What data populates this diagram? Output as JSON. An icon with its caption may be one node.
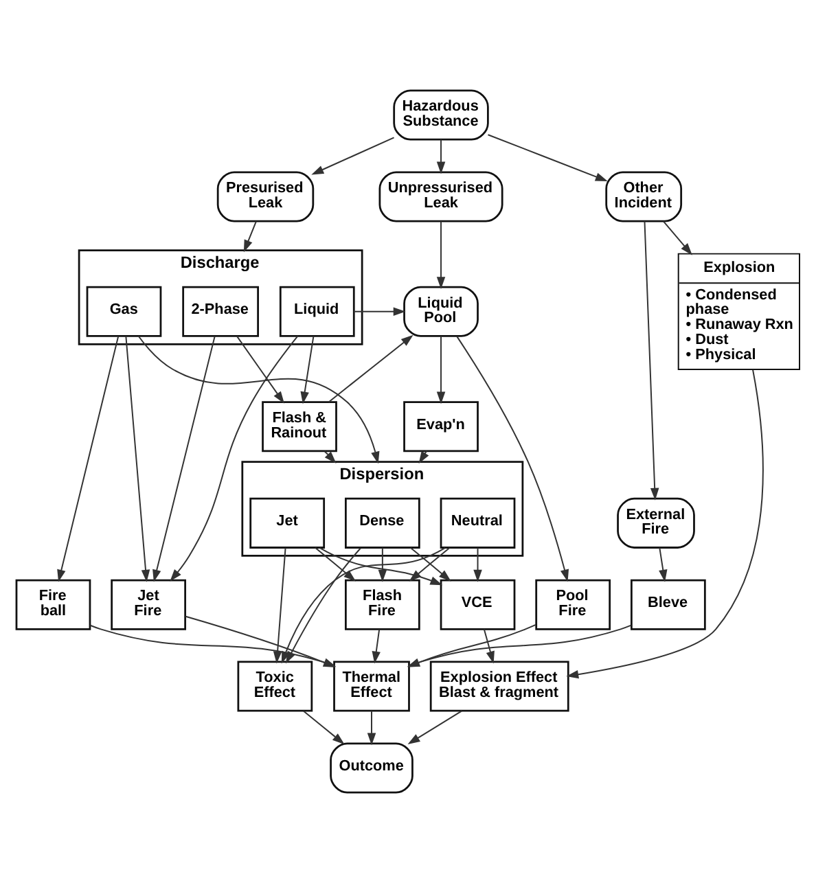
{
  "diagram": {
    "nodes": [
      {
        "text": [
          "Hazardous Substance"
        ]
      },
      {
        "text": [
          "Presurised Leak"
        ]
      },
      {
        "text": [
          "Unpressurised Leak"
        ]
      },
      {
        "text": [
          "Other Incident"
        ]
      },
      {
        "text": [
          "Discharge"
        ]
      },
      {
        "text": [
          "Gas"
        ],
        "in": 4
      },
      {
        "text": [
          "2-Phase"
        ],
        "in": 4
      },
      {
        "text": [
          "Liquid"
        ],
        "in": 4
      },
      {
        "text": [
          "Liquid Pool"
        ]
      },
      {
        "text": [
          "Explosion",
          "• Condensed phase",
          "• Runaway Rxn",
          "• Dust",
          "• Physical"
        ]
      },
      {
        "text": [
          "Flash & Rainout"
        ]
      },
      {
        "text": [
          "Evap'n"
        ]
      },
      {
        "text": [
          "Dispersion"
        ]
      },
      {
        "text": [
          "Jet"
        ],
        "in": 12
      },
      {
        "text": [
          "Dense"
        ],
        "in": 12
      },
      {
        "text": [
          "Neutral"
        ],
        "in": 12
      },
      {
        "text": [
          "External Fire"
        ]
      },
      {
        "text": [
          "Fire ball"
        ]
      },
      {
        "text": [
          "Jet Fire"
        ]
      },
      {
        "text": [
          "Flash Fire"
        ]
      },
      {
        "text": [
          "VCE"
        ]
      },
      {
        "text": [
          "Pool Fire"
        ]
      },
      {
        "text": [
          "Bleve"
        ]
      },
      {
        "text": [
          "Toxic Effect"
        ]
      },
      {
        "text": [
          "Thermal Effect"
        ]
      },
      {
        "text": [
          "Explosion Effect Blast & fragment"
        ]
      },
      {
        "text": [
          "Outcome"
        ]
      }
    ],
    "edges": [
      {
        "from": 0,
        "to": 1,
        "arrow": "to"
      },
      {
        "from": 0,
        "to": 2,
        "arrow": "to"
      },
      {
        "from": 0,
        "to": 3,
        "arrow": "to"
      },
      {
        "from": 1,
        "to": 4,
        "arrow": "to"
      },
      {
        "from": 2,
        "to": 8,
        "arrow": "to"
      },
      {
        "from": 3,
        "to": 16,
        "arrow": "to"
      },
      {
        "from": 3,
        "to": 9,
        "arrow": "to"
      },
      {
        "from": 5,
        "to": 17,
        "arrow": "to"
      },
      {
        "from": 5,
        "to": 18,
        "arrow": "to"
      },
      {
        "from": 5,
        "to": 12,
        "arrow": "to"
      },
      {
        "from": 6,
        "to": 10,
        "arrow": "to"
      },
      {
        "from": 7,
        "to": 10,
        "arrow": "to"
      },
      {
        "from": 6,
        "to": 18,
        "arrow": "to"
      },
      {
        "from": 7,
        "to": 18,
        "arrow": "to"
      },
      {
        "from": 7,
        "to": 8,
        "arrow": "to"
      },
      {
        "from": 10,
        "to": 8,
        "arrow": "to"
      },
      {
        "from": 10,
        "to": 12,
        "arrow": "to"
      },
      {
        "from": 8,
        "to": 11,
        "arrow": "to"
      },
      {
        "from": 8,
        "to": 21,
        "arrow": "to"
      },
      {
        "from": 11,
        "to": 12,
        "arrow": "to"
      },
      {
        "from": 13,
        "to": 19,
        "arrow": "to"
      },
      {
        "from": 13,
        "to": 20,
        "arrow": "to"
      },
      {
        "from": 13,
        "to": 23,
        "arrow": "to"
      },
      {
        "from": 14,
        "to": 19,
        "arrow": "to"
      },
      {
        "from": 14,
        "to": 20,
        "arrow": "to"
      },
      {
        "from": 14,
        "to": 23,
        "arrow": "to"
      },
      {
        "from": 15,
        "to": 19,
        "arrow": "to"
      },
      {
        "from": 15,
        "to": 20,
        "arrow": "to"
      },
      {
        "from": 15,
        "to": 23,
        "arrow": "to"
      },
      {
        "from": 16,
        "to": 22,
        "arrow": "to"
      },
      {
        "from": 9,
        "to": 25,
        "arrow": "to"
      },
      {
        "from": 20,
        "to": 25,
        "arrow": "to"
      },
      {
        "from": 17,
        "to": 24,
        "arrow": "to"
      },
      {
        "from": 18,
        "to": 24,
        "arrow": "to"
      },
      {
        "from": 19,
        "to": 24,
        "arrow": "to"
      },
      {
        "from": 21,
        "to": 24,
        "arrow": "to"
      },
      {
        "from": 22,
        "to": 24,
        "arrow": "to"
      },
      {
        "from": 23,
        "to": 26,
        "arrow": "to"
      },
      {
        "from": 24,
        "to": 26,
        "arrow": "to"
      },
      {
        "from": 25,
        "to": 26,
        "arrow": "to"
      }
    ]
  }
}
